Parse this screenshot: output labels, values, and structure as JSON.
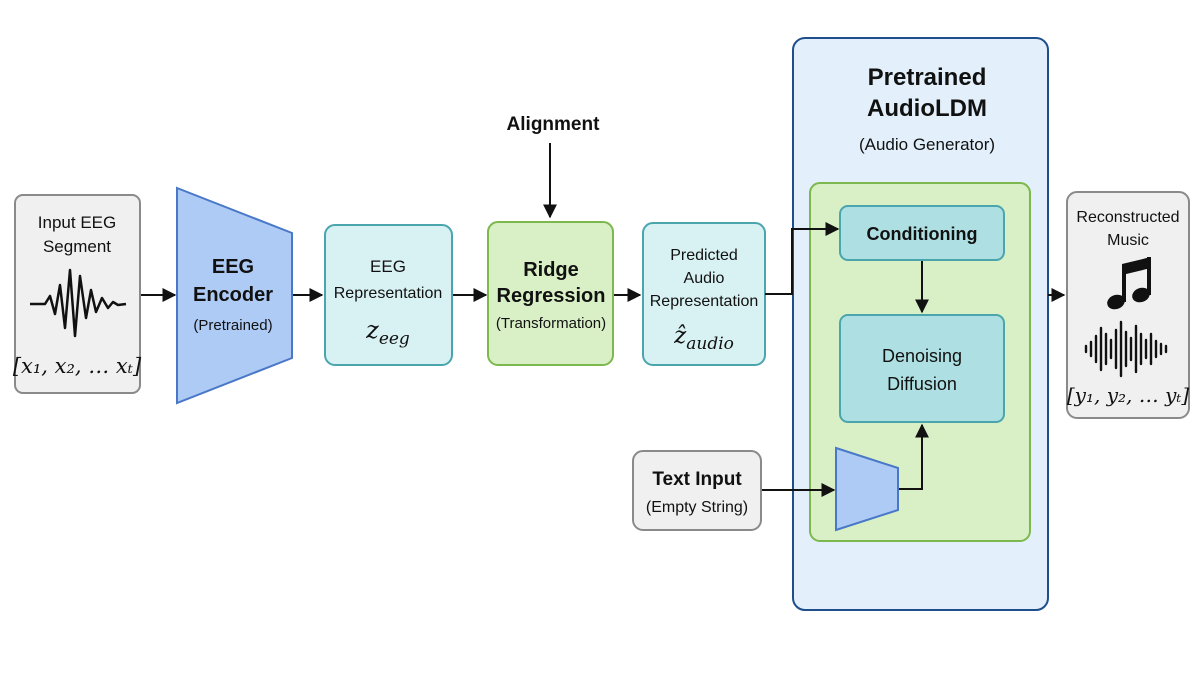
{
  "input": {
    "title_line1": "Input EEG",
    "title_line2": "Segment",
    "sequence": "[x₁, x₂, … xₜ]"
  },
  "encoder": {
    "title_line1": "EEG",
    "title_line2": "Encoder",
    "subtitle": "(Pretrained)"
  },
  "eeg_rep": {
    "title_line1": "EEG",
    "title_line2": "Representation",
    "symbol": "z",
    "symbol_sub": "eeg"
  },
  "alignment": {
    "label": "Alignment"
  },
  "ridge": {
    "title_line1": "Ridge",
    "title_line2": "Regression",
    "subtitle": "(Transformation)"
  },
  "pred_rep": {
    "title_line1": "Predicted",
    "title_line2": "Audio",
    "title_line3": "Representation",
    "symbol": "ẑ",
    "symbol_sub": "audio"
  },
  "audioldm": {
    "title_line1": "Pretrained",
    "title_line2": "AudioLDM",
    "subtitle": "(Audio Generator)",
    "conditioning": "Conditioning",
    "denoising_line1": "Denoising",
    "denoising_line2": "Diffusion"
  },
  "text_input": {
    "title": "Text Input",
    "subtitle": "(Empty String)"
  },
  "output": {
    "title_line1": "Reconstructed",
    "title_line2": "Music",
    "sequence": "[y₁, y₂, … yₜ]"
  },
  "colors": {
    "blue_fill": "#aecbf5",
    "blue_stroke": "#4a78c8",
    "teal_fill": "#d8f2f4",
    "teal_stroke": "#4aa5ad",
    "teal_dark_fill": "#aee0e3",
    "green_fill": "#d9f0c6",
    "green_stroke": "#7cb84e",
    "panel_fill": "#e3f0fb",
    "panel_stroke": "#1f4f8a",
    "gray_fill": "#f0f0f0",
    "gray_stroke": "#8a8a8a"
  }
}
